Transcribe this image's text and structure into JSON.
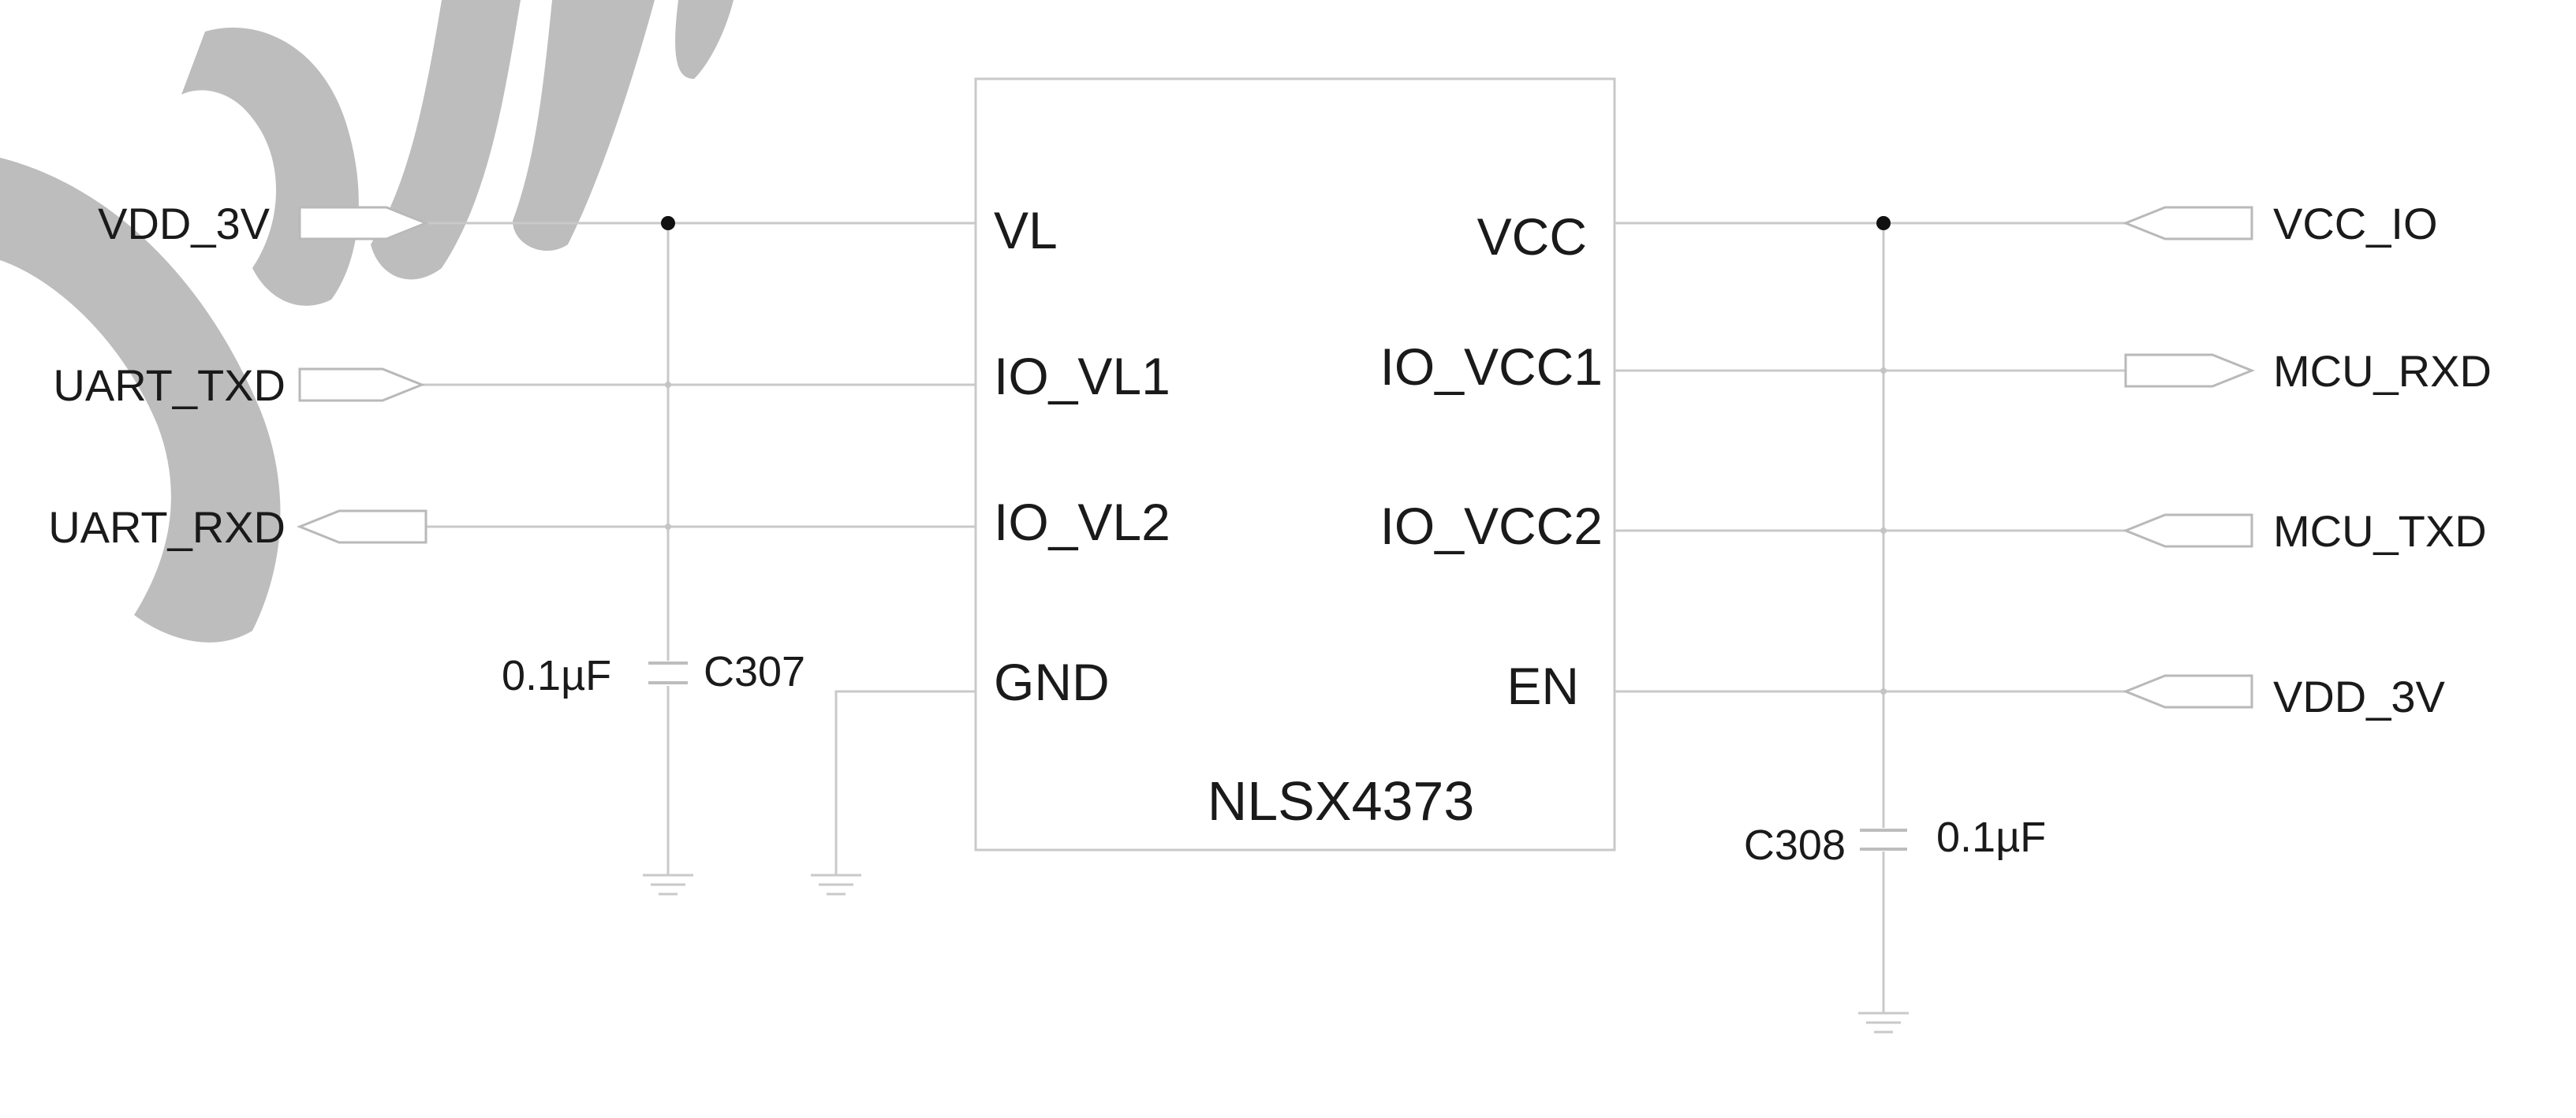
{
  "chip": {
    "part_number": "NLSX4373",
    "pins_left": [
      "VL",
      "IO_VL1",
      "IO_VL2",
      "GND"
    ],
    "pins_right": [
      "VCC",
      "IO_VCC1",
      "IO_VCC2",
      "EN"
    ]
  },
  "nets_left": [
    "VDD_3V",
    "UART_TXD",
    "UART_RXD"
  ],
  "nets_right": [
    "VCC_IO",
    "MCU_RXD",
    "MCU_TXD",
    "VDD_3V"
  ],
  "capacitors": [
    {
      "ref": "C307",
      "value": "0.1µF"
    },
    {
      "ref": "C308",
      "value": "0.1µF"
    }
  ],
  "colors": {
    "wire": "#c9c9c9",
    "text": "#1a1a1a",
    "junction": "#111111",
    "watermark": "#bdbdbd"
  }
}
